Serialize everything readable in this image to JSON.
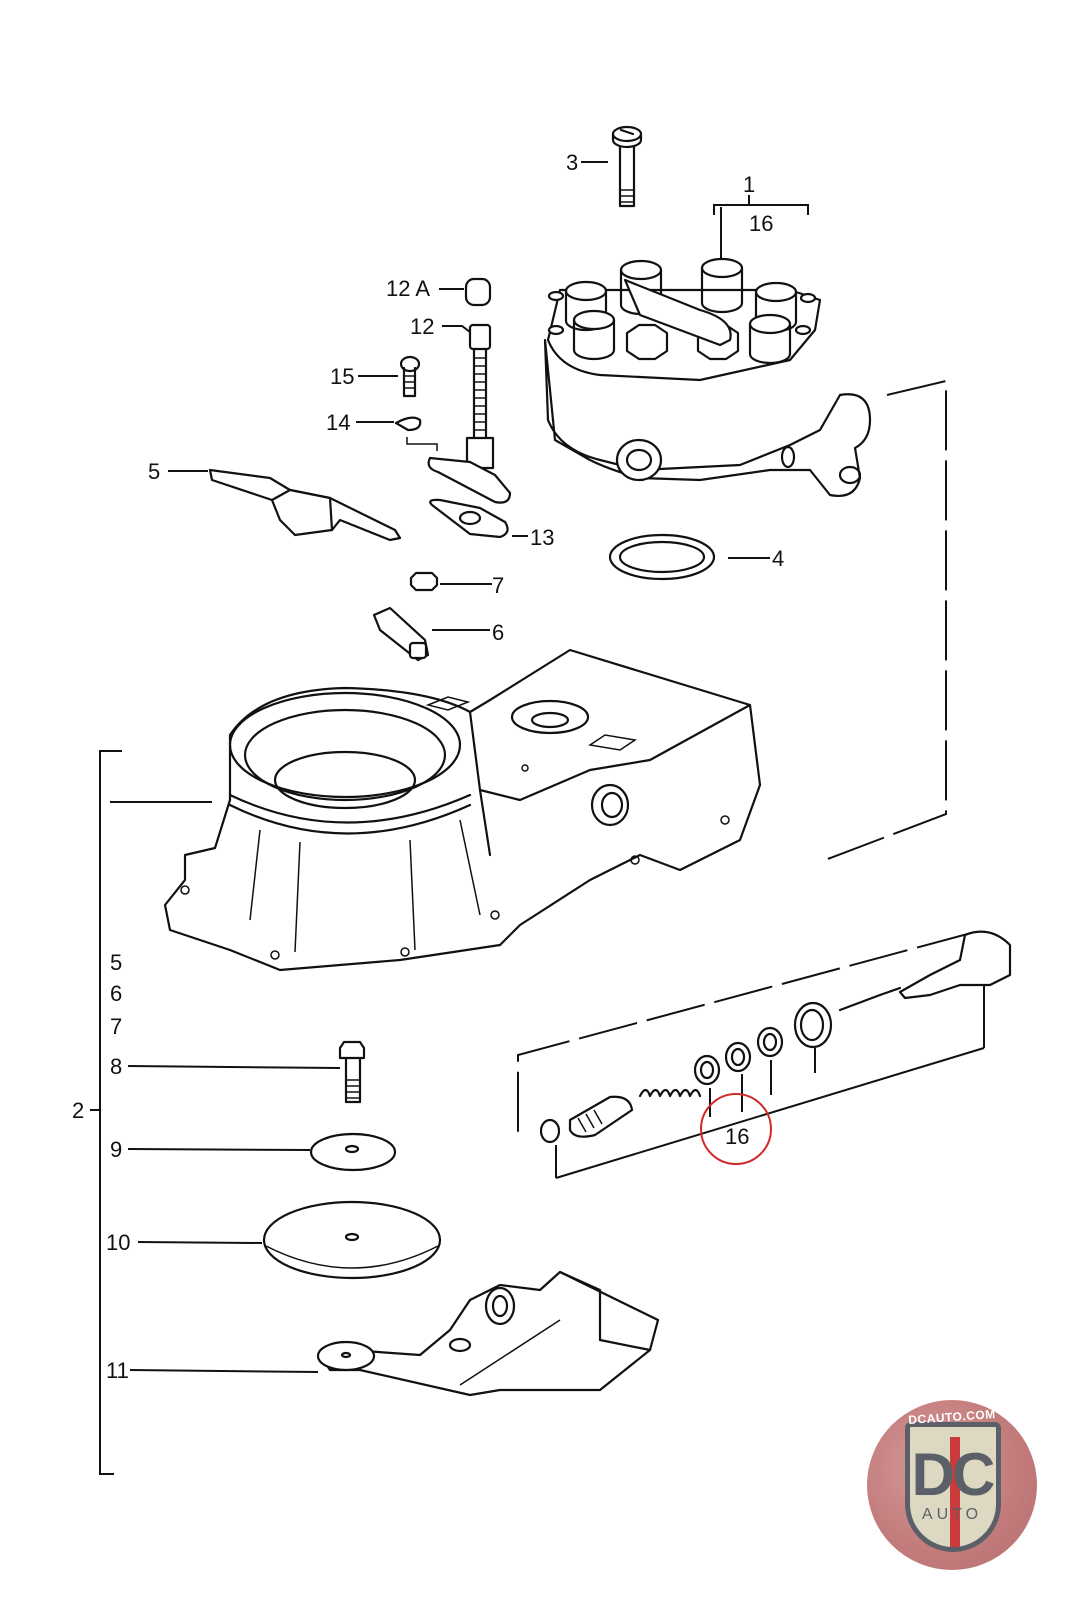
{
  "diagram": {
    "title": "Fuel distributor / air flow sensor exploded parts diagram",
    "callouts": [
      {
        "id": "1",
        "label": "1"
      },
      {
        "id": "16-top",
        "label": "16"
      },
      {
        "id": "3",
        "label": "3"
      },
      {
        "id": "12A",
        "label": "12 A"
      },
      {
        "id": "12",
        "label": "12"
      },
      {
        "id": "15",
        "label": "15"
      },
      {
        "id": "14",
        "label": "14"
      },
      {
        "id": "5-top",
        "label": "5"
      },
      {
        "id": "13",
        "label": "13"
      },
      {
        "id": "4",
        "label": "4"
      },
      {
        "id": "7-top",
        "label": "7"
      },
      {
        "id": "6-top",
        "label": "6"
      },
      {
        "id": "5-list",
        "label": "5"
      },
      {
        "id": "6-list",
        "label": "6"
      },
      {
        "id": "7-list",
        "label": "7"
      },
      {
        "id": "8",
        "label": "8"
      },
      {
        "id": "2",
        "label": "2"
      },
      {
        "id": "9",
        "label": "9"
      },
      {
        "id": "10",
        "label": "10"
      },
      {
        "id": "11",
        "label": "11"
      },
      {
        "id": "16-bottom",
        "label": "16"
      }
    ],
    "highlight": {
      "label": "16",
      "color": "#d22a2a"
    }
  },
  "logo": {
    "url_text": "DCAUTO.COM",
    "main_text": "DC",
    "sub_text": "AUTO",
    "colors": {
      "red": "#cc3b3b",
      "gray": "#5b6068",
      "cream": "#dcd8c2",
      "background": "#c27a7a"
    }
  }
}
